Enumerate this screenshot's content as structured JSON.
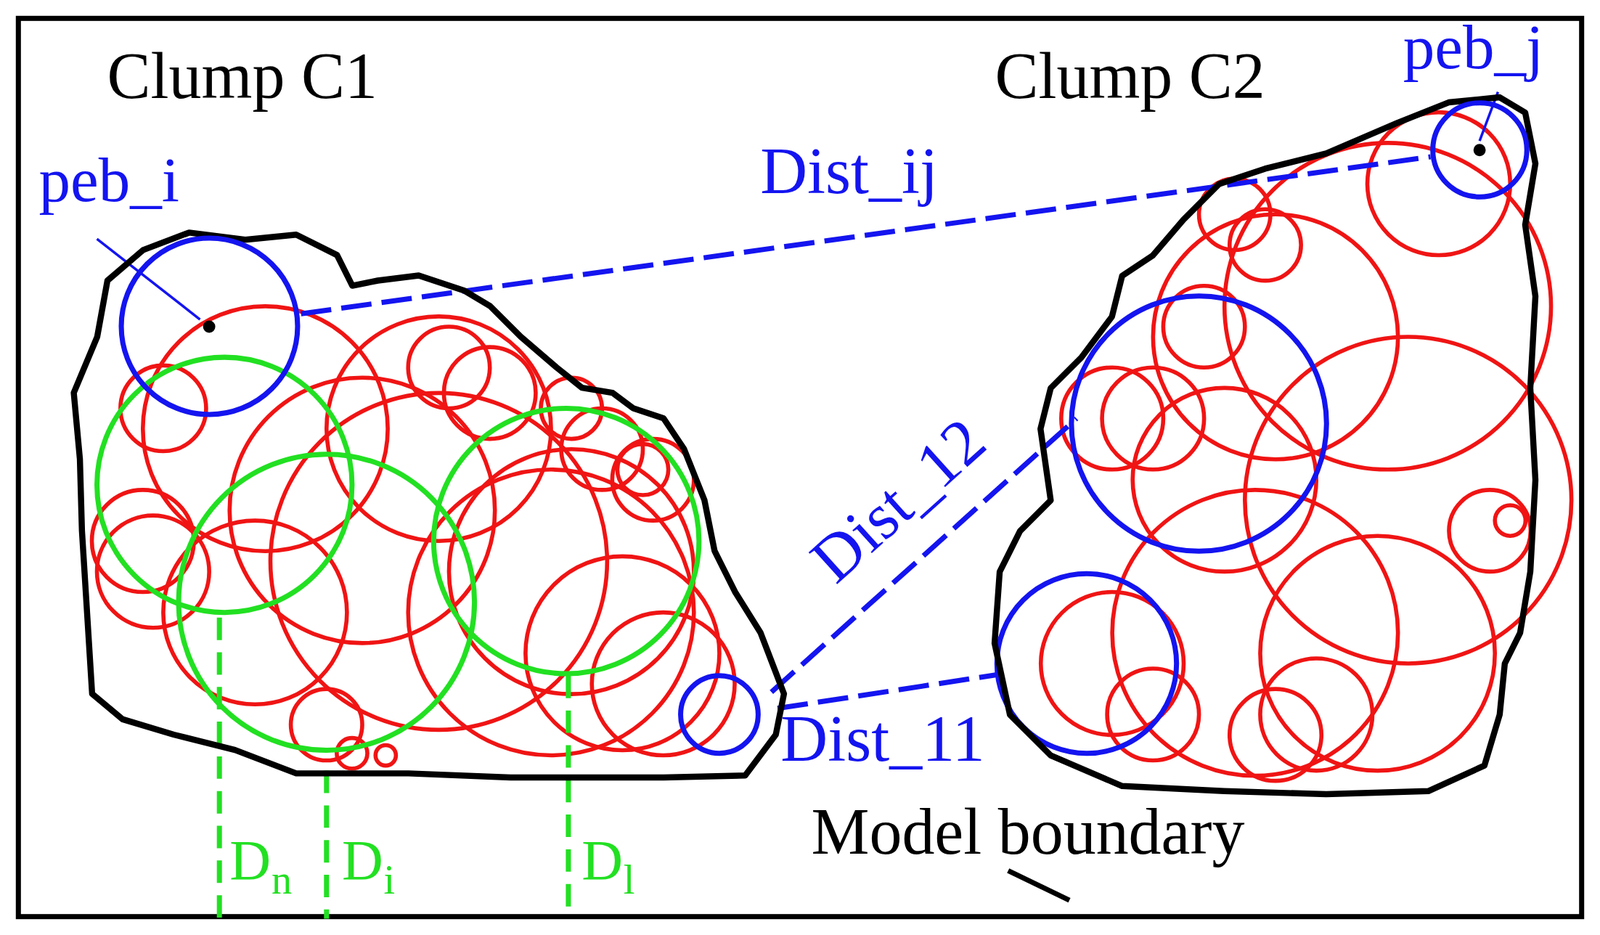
{
  "diagram": {
    "nodes": [
      {
        "text": [
          "Clump C1"
        ]
      },
      {
        "text": [
          "Clump C2"
        ]
      },
      {
        "text": [
          "peb_i"
        ],
        "in": 0
      },
      {
        "text": [
          "peb_j"
        ],
        "in": 1
      }
    ],
    "edges": [
      {
        "from": 2,
        "to": 3,
        "label": "Dist_ij",
        "arrow": "none"
      }
    ],
    "labels": [
      "Dist_12",
      "Dist_11",
      "D",
      "n",
      "D",
      "i",
      "D",
      "l",
      "Model boundary"
    ]
  }
}
